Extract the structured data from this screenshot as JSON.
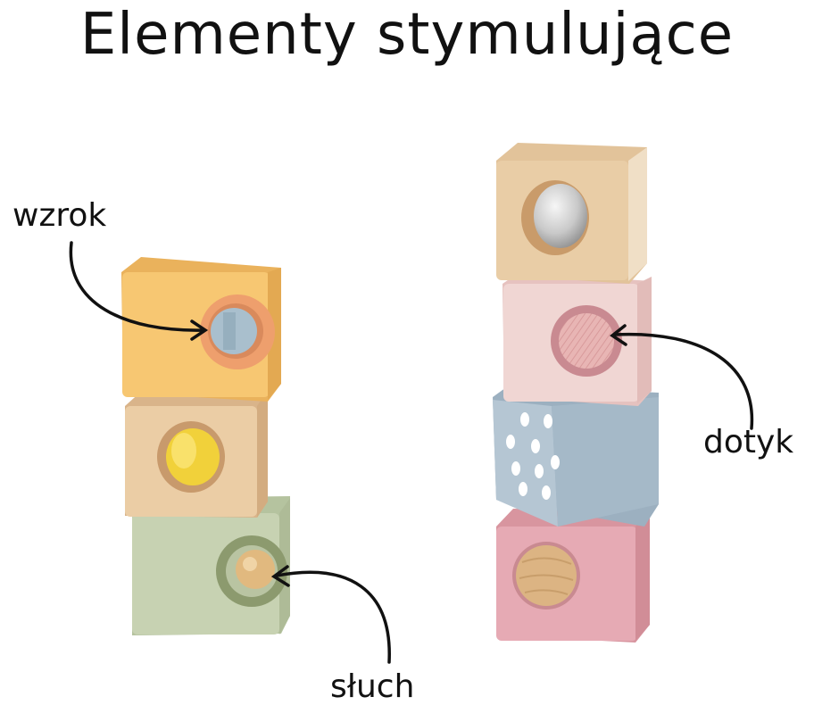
{
  "title": "Elementy stymulujące",
  "labels": {
    "vision": "wzrok",
    "touch": "dotyk",
    "hearing": "słuch"
  },
  "colors": {
    "yellow_block": "#f6c66e",
    "natural_wood": "#e8c9a0",
    "sage_green": "#c3cfae",
    "light_pink": "#efd2cf",
    "powder_blue": "#a9bccb",
    "dusty_rose": "#e3a7b1",
    "mirror_yellow": "#f2d23a",
    "peach_ring": "#ee9f6d",
    "olive_ring": "#8c9a6e",
    "rose_ring": "#c98a91"
  }
}
